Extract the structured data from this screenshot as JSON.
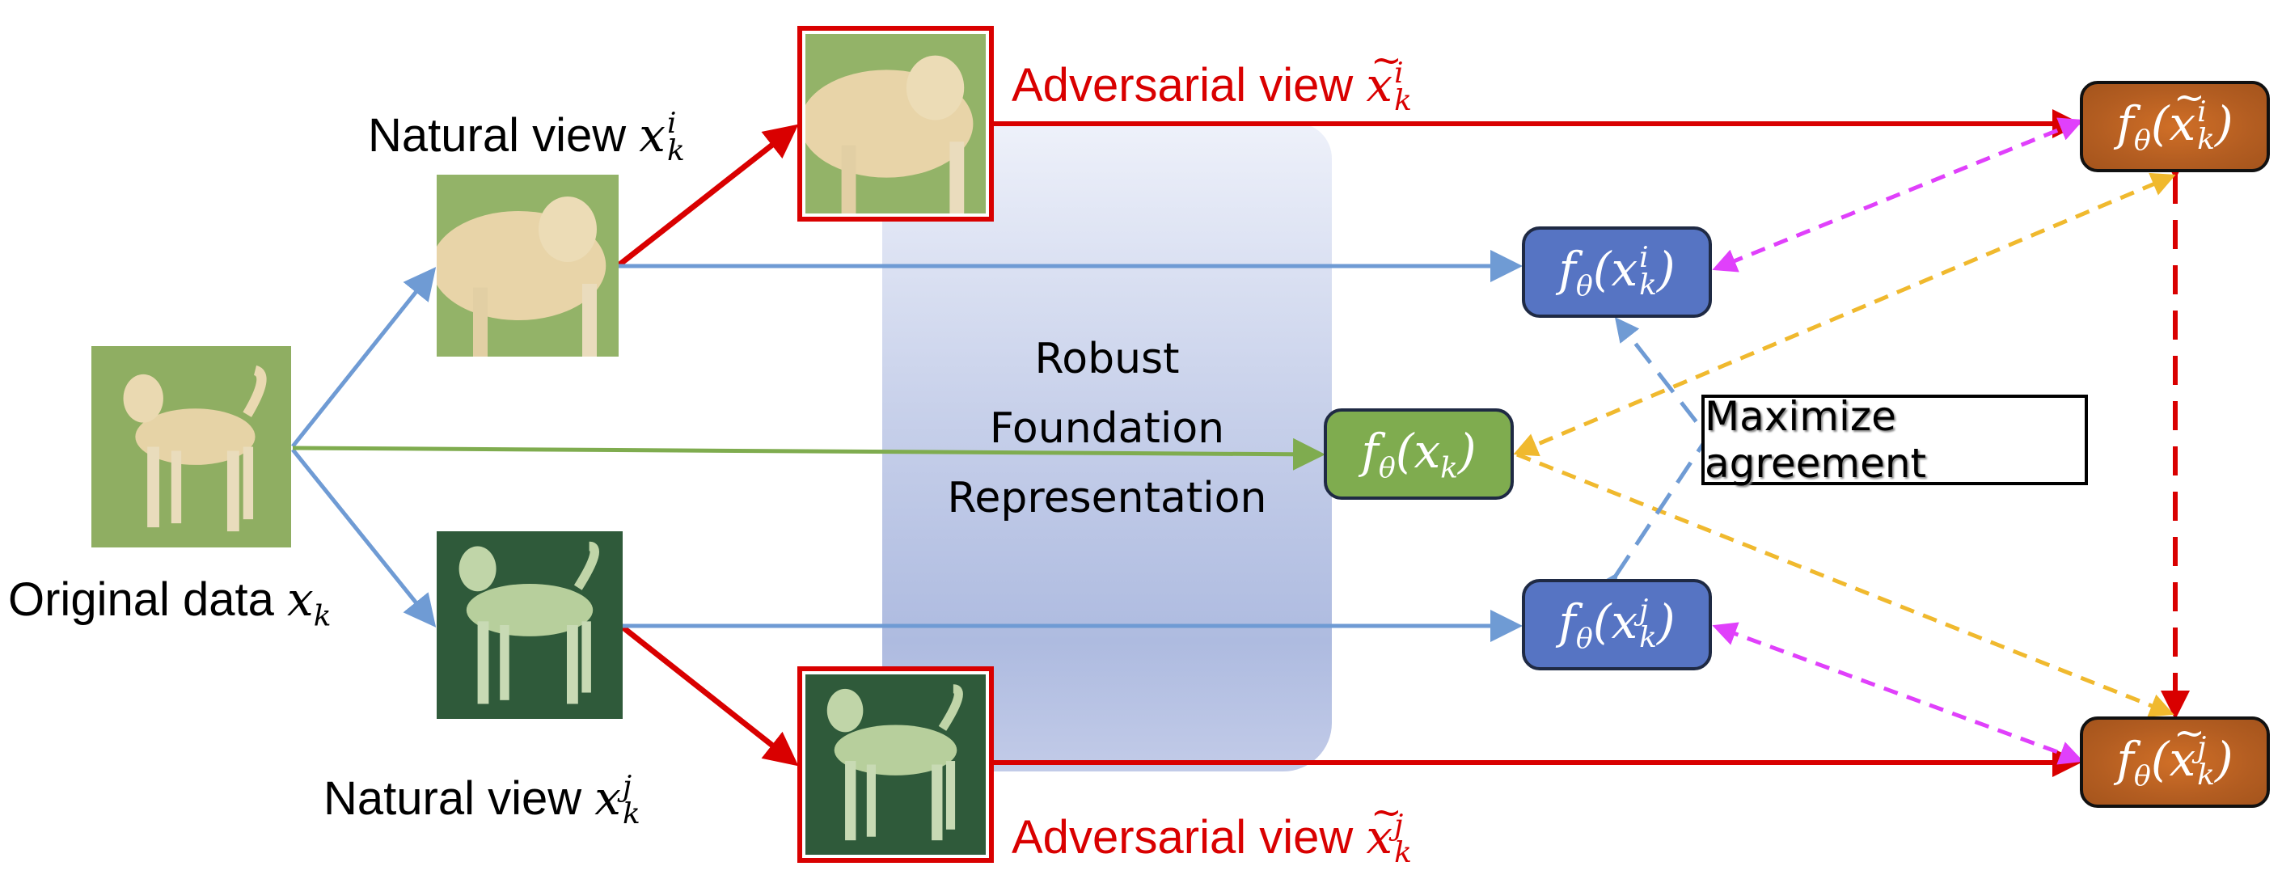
{
  "diagram": {
    "panel": {
      "lines": [
        "Robust",
        "Foundation",
        "Representation"
      ]
    },
    "original": {
      "label_text": "Original data ",
      "math_base": "x",
      "math_sub": "k",
      "image_desc": "dog-on-grass"
    },
    "natural_i": {
      "label_text": "Natural view ",
      "math_base": "x",
      "math_sup": "i",
      "math_sub": "k"
    },
    "natural_j": {
      "label_text": "Natural view ",
      "math_base": "x",
      "math_sup": "j",
      "math_sub": "k"
    },
    "adversarial_i": {
      "label_text": "Adversarial view ",
      "math_base": "x",
      "math_sup": "i",
      "math_sub": "k"
    },
    "adversarial_j": {
      "label_text": "Adversarial view ",
      "math_base": "x",
      "math_sup": "j",
      "math_sub": "k"
    },
    "boxes": {
      "f_prefix": "f",
      "f_sub": "θ",
      "natural_i": {
        "arg_base": "x",
        "arg_sup": "i",
        "arg_sub": "k"
      },
      "natural_j": {
        "arg_base": "x",
        "arg_sup": "j",
        "arg_sub": "k"
      },
      "original": {
        "arg_base": "x",
        "arg_sub": "k"
      },
      "adversarial_i": {
        "arg_base": "x",
        "arg_sup": "i",
        "arg_sub": "k"
      },
      "adversarial_j": {
        "arg_base": "x",
        "arg_sup": "j",
        "arg_sub": "k"
      }
    },
    "maximize_label": "Maximize agreement",
    "colors": {
      "red": "#d90000",
      "blue_line": "#6f9bd4",
      "green_line": "#7fac4f",
      "magenta": "#e040fb",
      "yellow": "#f0b92e",
      "blue_box": "#5674c3",
      "green_box": "#7fac4f",
      "brown_box": "#c0631f"
    }
  }
}
